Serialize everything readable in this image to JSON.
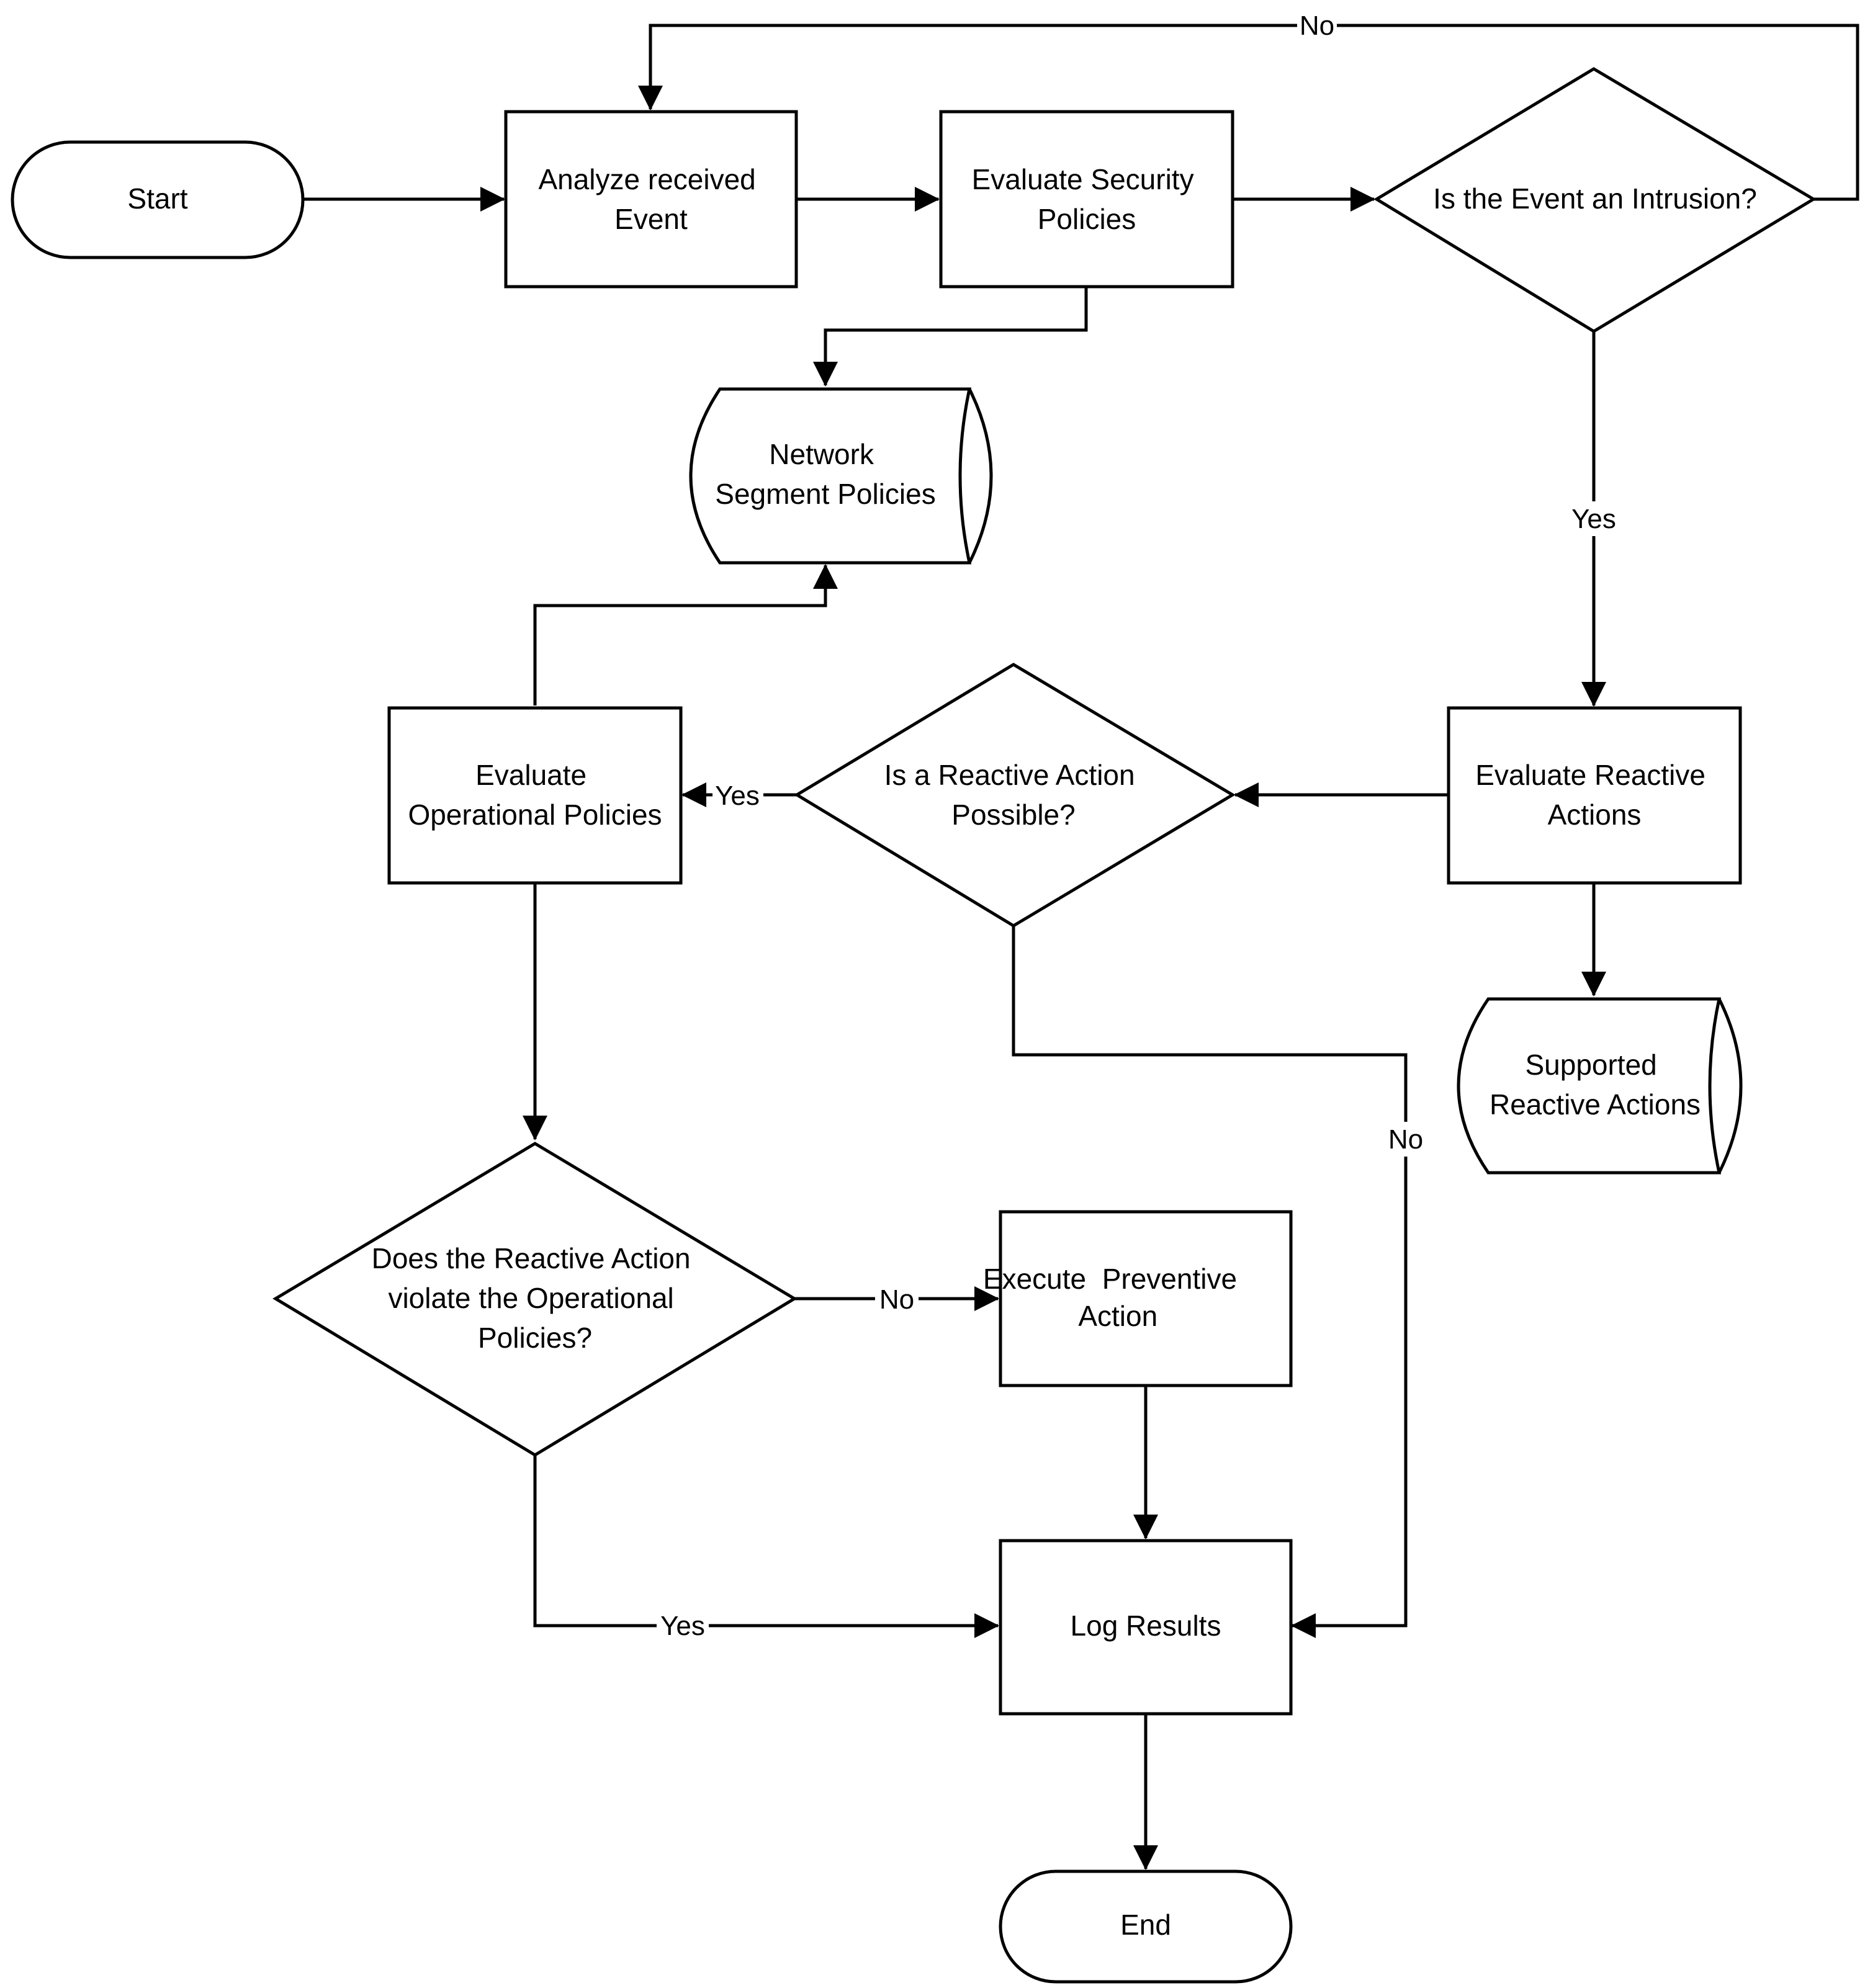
{
  "diagram": {
    "nodes": {
      "start": {
        "lines": [
          "Start"
        ]
      },
      "analyze": {
        "lines": [
          "Analyze received",
          "Event"
        ]
      },
      "eval_security": {
        "lines": [
          "Evaluate Security",
          "Policies"
        ]
      },
      "is_intrusion": {
        "lines": [
          "Is the Event an Intrusion?"
        ]
      },
      "network_segment": {
        "lines": [
          "Network",
          "Segment Policies"
        ]
      },
      "eval_reactive": {
        "lines": [
          "Evaluate Reactive",
          "Actions"
        ]
      },
      "is_possible": {
        "lines": [
          "Is a Reactive Action",
          "Possible?"
        ]
      },
      "eval_operational": {
        "lines": [
          "Evaluate",
          "Operational Policies"
        ]
      },
      "supported_actions": {
        "lines": [
          "Supported",
          "Reactive Actions"
        ]
      },
      "does_violate": {
        "lines": [
          "Does the Reactive Action",
          "violate the Operational",
          "Policies?"
        ]
      },
      "execute_preventive": {
        "lines": [
          "Execute  Preventive",
          "Action"
        ]
      },
      "log_results": {
        "lines": [
          "Log Results"
        ]
      },
      "end": {
        "lines": [
          "End"
        ]
      }
    },
    "edge_labels": {
      "intrusion_no": "No",
      "intrusion_yes": "Yes",
      "possible_yes": "Yes",
      "possible_no": "No",
      "violate_no": "No",
      "violate_yes": "Yes"
    }
  }
}
